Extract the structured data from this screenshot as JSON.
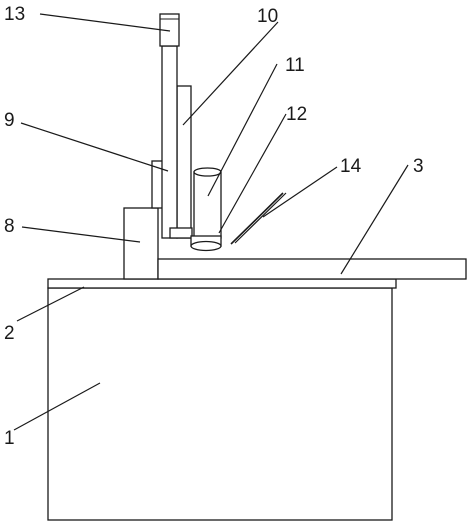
{
  "labels": {
    "l1": "1",
    "l2": "2",
    "l3": "3",
    "l8": "8",
    "l9": "9",
    "l10": "10",
    "l11": "11",
    "l12": "12",
    "l13": "13",
    "l14": "14"
  },
  "colors": {
    "line": "#1a1a1a",
    "background": "#ffffff"
  }
}
